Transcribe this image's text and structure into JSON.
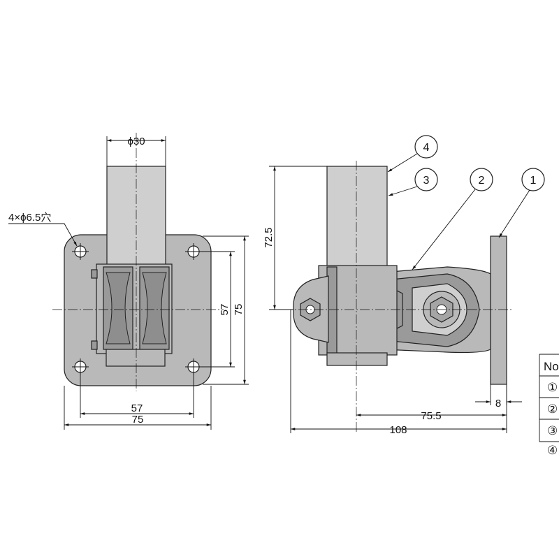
{
  "dimensions": {
    "pipe_diameter": "ϕ30",
    "holes": "4×ϕ6.5穴",
    "front_hole_pitch_vertical": "57",
    "front_height": "75",
    "front_hole_pitch_horizontal": "57",
    "front_width": "75",
    "side_height": "72.5",
    "side_offset": "75.5",
    "side_length": "108",
    "plate_thickness": "8"
  },
  "callouts": [
    "4",
    "3",
    "2",
    "1"
  ],
  "table": {
    "header": "No",
    "rows": [
      "①",
      "②",
      "③",
      "④"
    ]
  }
}
